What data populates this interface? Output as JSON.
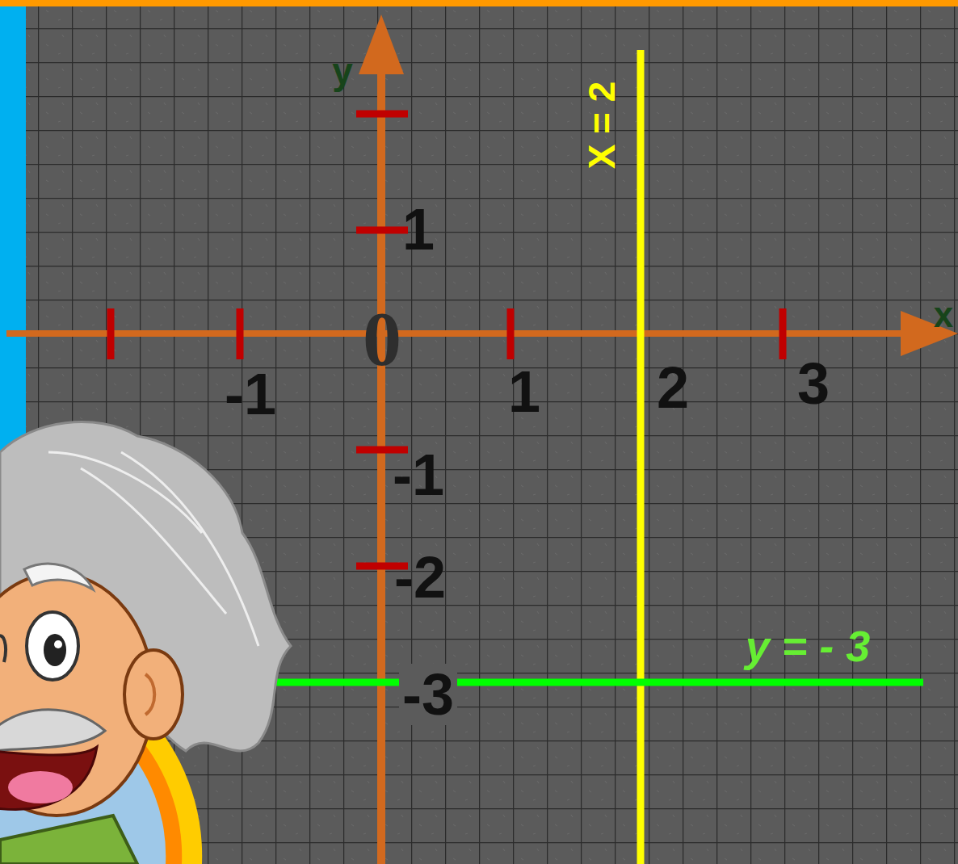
{
  "diagram": {
    "labels": [
      "y",
      "1",
      "X = 2",
      "x",
      "0",
      "-1",
      "1",
      "2",
      "3",
      "-1",
      "-2",
      "y = - 3",
      "-3"
    ]
  }
}
